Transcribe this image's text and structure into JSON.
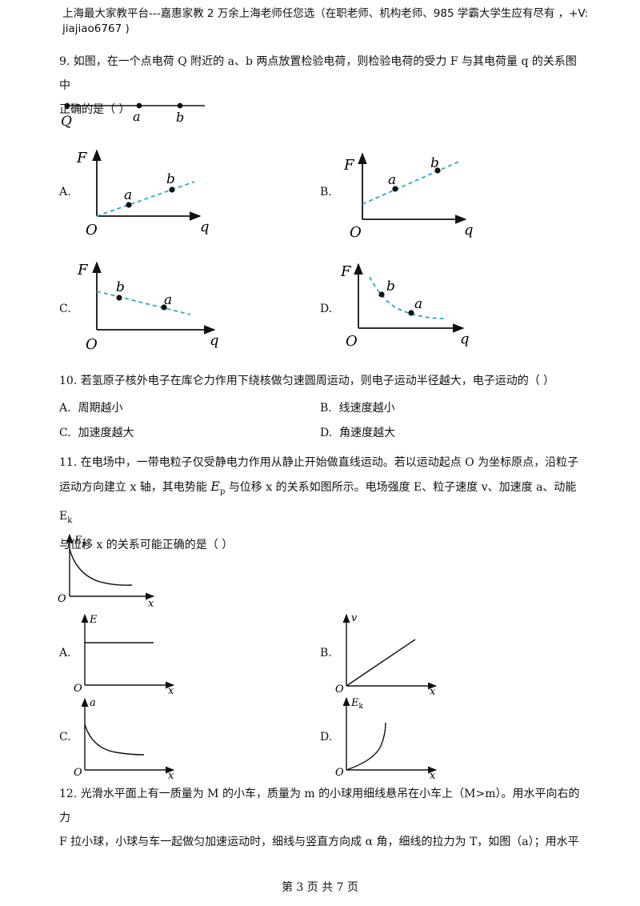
{
  "header": {
    "line1": "上海最大家教平台---嘉惠家教    2 万余上海老师任您选（在职老师、机构老师、985 学霸大学生应有尽有  ，+V:",
    "line2": "jiajiao6767 )"
  },
  "q9": {
    "line1": "9.  如图，在一个点电荷 Q 附近的 a、b 两点放置检验电荷，则检验电荷的受力 F 与其电荷量 q 的关系图中",
    "line2": "正确的是（        ）",
    "line_labels": {
      "Q": "Q",
      "a": "a",
      "b": "b"
    },
    "options": [
      {
        "label": "A.",
        "yaxis": "F",
        "xaxis": "q",
        "origin": "O",
        "p1": "a",
        "p2": "b"
      },
      {
        "label": "B.",
        "yaxis": "F",
        "xaxis": "q",
        "origin": "O",
        "p1": "a",
        "p2": "b"
      },
      {
        "label": "C.",
        "yaxis": "F",
        "xaxis": "q",
        "origin": "O",
        "p1": "b",
        "p2": "a"
      },
      {
        "label": "D.",
        "yaxis": "F",
        "xaxis": "q",
        "origin": "O",
        "p1": "b",
        "p2": "a"
      }
    ]
  },
  "q10": {
    "stem": "10.  若氢原子核外电子在库仑力作用下绕核做匀速圆周运动，则电子运动半径越大，电子运动的（        ）",
    "options": [
      {
        "label": "A.",
        "text": "周期越小"
      },
      {
        "label": "B.",
        "text": "线速度越小"
      },
      {
        "label": "C.",
        "text": "加速度越大"
      },
      {
        "label": "D.",
        "text": "角速度越大"
      }
    ]
  },
  "q11": {
    "line1": "11.  在电场中，一带电粒子仅受静电力作用从静止开始做直线运动。若以运动起点 O 为坐标原点，沿粒子",
    "line2a": "运动方向建立 x 轴，其电势能 ",
    "line2_ep": "E",
    "line2_ep_sub": "p",
    "line2b": " 与位移 x 的关系如图所示。电场强度 E、粒子速度 v、加速度 a、动能 E",
    "line2_k": "k",
    "line3": "与位移 x 的关系可能正确的是（        ）",
    "main_graph": {
      "yaxis": "E",
      "ysub": "p",
      "xaxis": "x",
      "origin": "O"
    },
    "options": [
      {
        "label": "A.",
        "yaxis": "E",
        "ysub": "",
        "xaxis": "x",
        "origin": "O"
      },
      {
        "label": "B.",
        "yaxis": "v",
        "ysub": "",
        "xaxis": "x",
        "origin": "O"
      },
      {
        "label": "C.",
        "yaxis": "a",
        "ysub": "",
        "xaxis": "x",
        "origin": "O"
      },
      {
        "label": "D.",
        "yaxis": "E",
        "ysub": "k",
        "xaxis": "x",
        "origin": "O"
      }
    ]
  },
  "q12": {
    "line1": "12.  光滑水平面上有一质量为 M 的小车，质量为 m 的小球用细线悬吊在小车上（M>m）。用水平向右的力",
    "line2": "F 拉小球，小球与车一起做匀加速运动时，细线与竖直方向成 α 角，细线的拉力为 T，如图（a）；用水平"
  },
  "footer": {
    "text": "第 3 页  共 7 页"
  },
  "colors": {
    "dashed_line": "#2aa8c8",
    "ink": "#111111"
  }
}
